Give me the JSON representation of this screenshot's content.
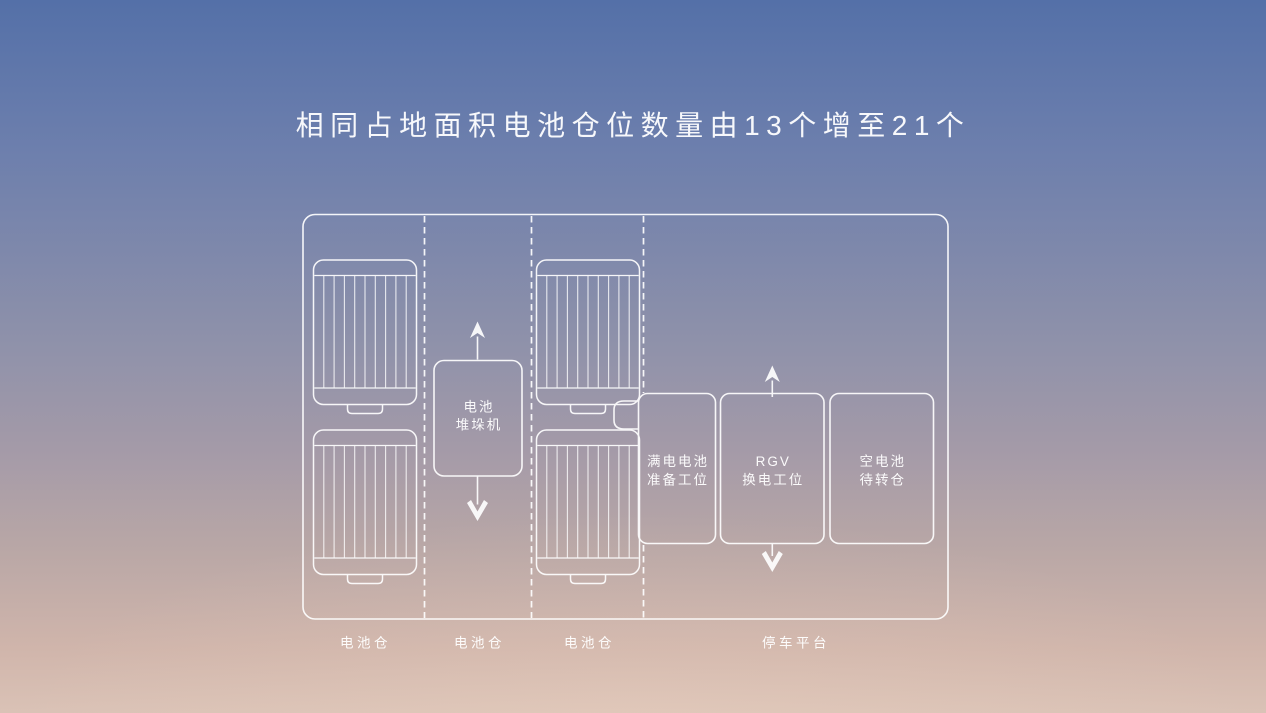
{
  "title": "相同占地面积电池仓位数量由13个增至21个",
  "colors": {
    "sky_top": "#5470a8",
    "sky_middle": "#9092aa",
    "sky_bottom": "#dac2b6",
    "line": "#ffffff"
  },
  "diagram": {
    "zones": [
      {
        "label": "电池仓"
      },
      {
        "label": "电池仓"
      },
      {
        "label": "电池仓"
      },
      {
        "label": "停车平台"
      }
    ],
    "stacker": {
      "line1": "电池",
      "line2": "堆垛机"
    },
    "stations": [
      {
        "line1": "满电电池",
        "line2": "准备工位"
      },
      {
        "line1": "RGV",
        "line2": "换电工位"
      },
      {
        "line1": "空电池",
        "line2": "待转仓"
      }
    ]
  }
}
